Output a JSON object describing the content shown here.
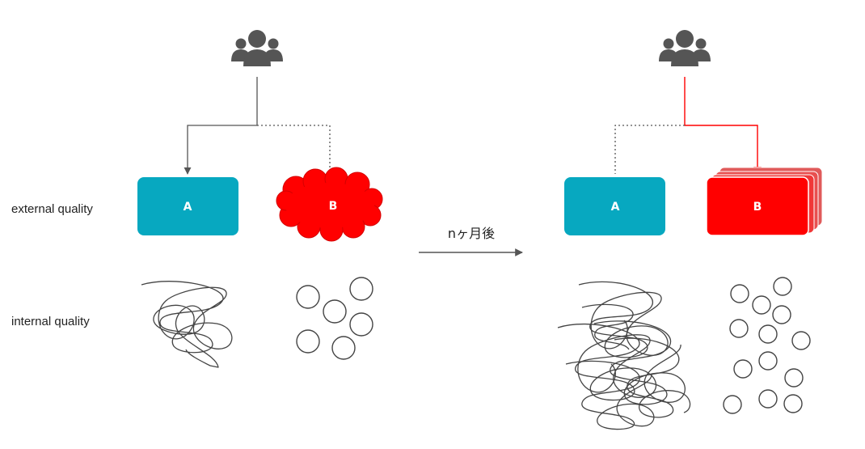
{
  "labels": {
    "external_quality": "external quality",
    "internal_quality": "internal quality",
    "transition": "nヶ月後"
  },
  "before": {
    "box_a": "A",
    "box_b": "B"
  },
  "after": {
    "box_a": "A",
    "box_b": "B"
  },
  "colors": {
    "teal": "#07a8c0",
    "red": "#ff0000",
    "red_stack": "#e05a5a",
    "icon": "#555555",
    "line": "#555555"
  },
  "icons": [
    "users-icon",
    "users-icon"
  ]
}
